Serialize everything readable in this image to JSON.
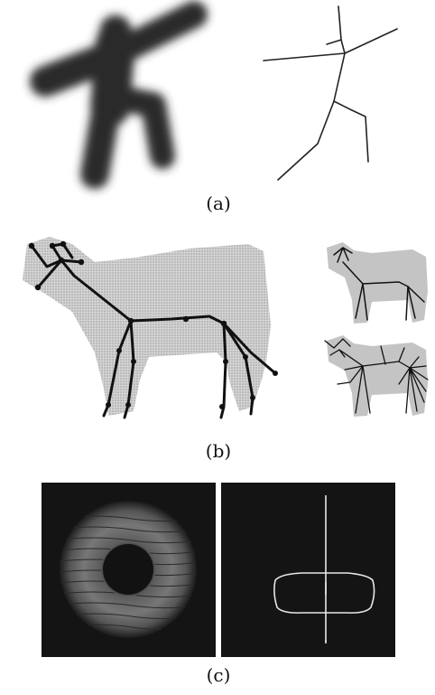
{
  "figure": {
    "captions": {
      "a": "(a)",
      "b": "(b)",
      "c": "(c)"
    }
  },
  "colors": {
    "ink": "#111111",
    "silhouette_gray": "#b8b8b8",
    "blob_dark": "#2a2a2a",
    "panel_bg": "#141414",
    "ring_gray": "#6f6f6f",
    "white_line": "#e8e8e8"
  }
}
